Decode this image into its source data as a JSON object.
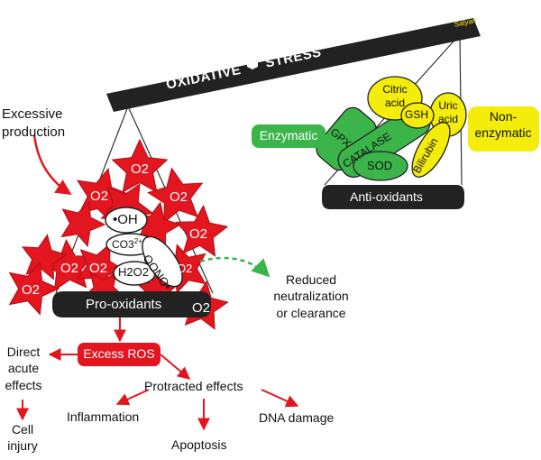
{
  "beam": {
    "label_left": "OXIDATIVE",
    "label_right": "STRESS",
    "signature": "Satyan"
  },
  "excessive_production": [
    "Excessive",
    "production"
  ],
  "pro_oxidants": {
    "label": "Pro-oxidants",
    "o2_label": "O2",
    "species": {
      "oh": "OH",
      "co3": "CO3",
      "co3_charge": "2+",
      "h2o2": "H2O2",
      "onoo": "OONO"
    }
  },
  "anti_oxidants": {
    "label": "Anti-oxidants",
    "enzymatic_label": "Enzymatic",
    "non_enzymatic_label": [
      "Non-",
      "enzymatic"
    ],
    "enzymes": {
      "gpx": "GPX",
      "catalase": "CATALASE",
      "sod": "SOD"
    },
    "non_enzymes": {
      "citric_acid": [
        "Citric",
        "acid"
      ],
      "gsh": "GSH",
      "uric_acid": [
        "Uric",
        "acid"
      ],
      "bilirubin": "Bilirubin"
    }
  },
  "reduced": [
    "Reduced",
    "neutralization",
    "or clearance"
  ],
  "excess_ros": "Excess ROS",
  "direct": [
    "Direct",
    "acute",
    "effects"
  ],
  "cell_injury": [
    "Cell",
    "injury"
  ],
  "protracted": "Protracted effects",
  "effects": {
    "inflammation": "Inflammation",
    "apoptosis": "Apoptosis",
    "dna_damage": "DNA damage"
  },
  "colors": {
    "red": "#e3151f",
    "green": "#3bb54a",
    "yellow": "#f4ec0a",
    "black": "#222222"
  }
}
